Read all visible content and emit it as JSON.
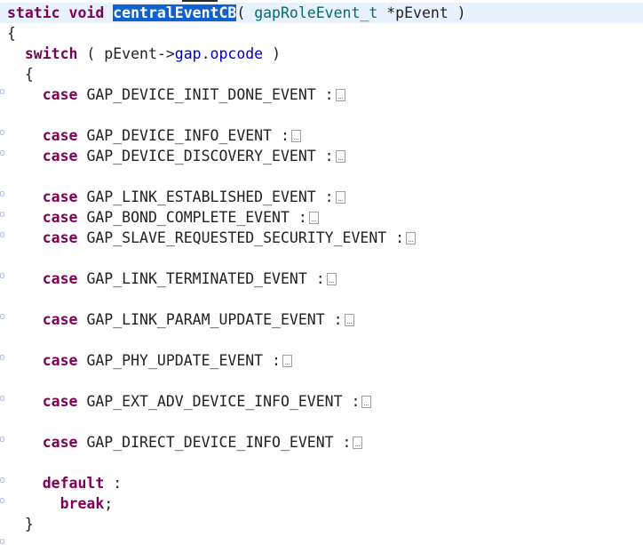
{
  "signature": {
    "kw_static": "static",
    "kw_void": "void",
    "function_name": "centralEventCB",
    "open_paren": "(",
    "param_type": "gapRoleEvent_t",
    "param_rest": "*pEvent )"
  },
  "brace_open": "{",
  "switch_stmt": {
    "keyword": "switch",
    "before_member": "( pEvent->",
    "member_gap": "gap",
    "dot": ".",
    "member_opcode": "opcode",
    "close": ")"
  },
  "switch_brace_open": "{",
  "cases": [
    {
      "keyword": "case",
      "label": "GAP_DEVICE_INIT_DONE_EVENT :"
    },
    {
      "keyword": "case",
      "label": "GAP_DEVICE_INFO_EVENT :"
    },
    {
      "keyword": "case",
      "label": "GAP_DEVICE_DISCOVERY_EVENT :"
    },
    {
      "keyword": "case",
      "label": "GAP_LINK_ESTABLISHED_EVENT :"
    },
    {
      "keyword": "case",
      "label": "GAP_BOND_COMPLETE_EVENT :"
    },
    {
      "keyword": "case",
      "label": "GAP_SLAVE_REQUESTED_SECURITY_EVENT :"
    },
    {
      "keyword": "case",
      "label": "GAP_LINK_TERMINATED_EVENT :"
    },
    {
      "keyword": "case",
      "label": "GAP_LINK_PARAM_UPDATE_EVENT :"
    },
    {
      "keyword": "case",
      "label": "GAP_PHY_UPDATE_EVENT :"
    },
    {
      "keyword": "case",
      "label": "GAP_EXT_ADV_DEVICE_INFO_EVENT :"
    },
    {
      "keyword": "case",
      "label": "GAP_DIRECT_DEVICE_INFO_EVENT :"
    }
  ],
  "default_stmt": {
    "keyword": "default",
    "colon": ":"
  },
  "break_stmt": {
    "keyword": "break",
    "semicolon": ";"
  },
  "switch_brace_close": "}",
  "colors": {
    "keyword": "#7f0055",
    "selection": "#1060d0",
    "type": "#006c6c",
    "member": "#0000c0",
    "current_line": "#e8f2fe"
  }
}
